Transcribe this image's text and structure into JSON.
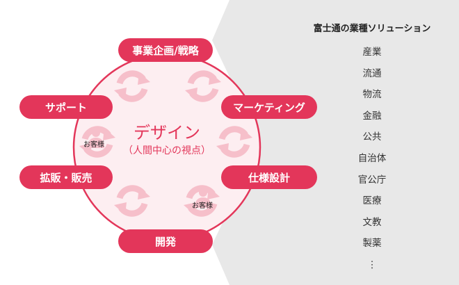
{
  "center": {
    "title": "デザイン",
    "subtitle": "（人間中心の視点）"
  },
  "stages": {
    "planning": "事業企画/戦略",
    "marketing": "マーケティング",
    "spec_design": "仕様設計",
    "development": "開発",
    "sales": "拡販・販売",
    "support": "サポート"
  },
  "customer_label_left": "お客様",
  "customer_label_right": "お客様",
  "solutions": {
    "title": "富士通の業種ソリューション",
    "industries": [
      "産業",
      "流通",
      "物流",
      "金融",
      "公共",
      "自治体",
      "官公庁",
      "医療",
      "文教",
      "製薬"
    ],
    "more": "⋮"
  },
  "colors": {
    "accent": "#e3365a",
    "circle_fill": "#fdeef1",
    "cycle_arrow": "#f6bfca",
    "panel": "#e8e8e8"
  }
}
